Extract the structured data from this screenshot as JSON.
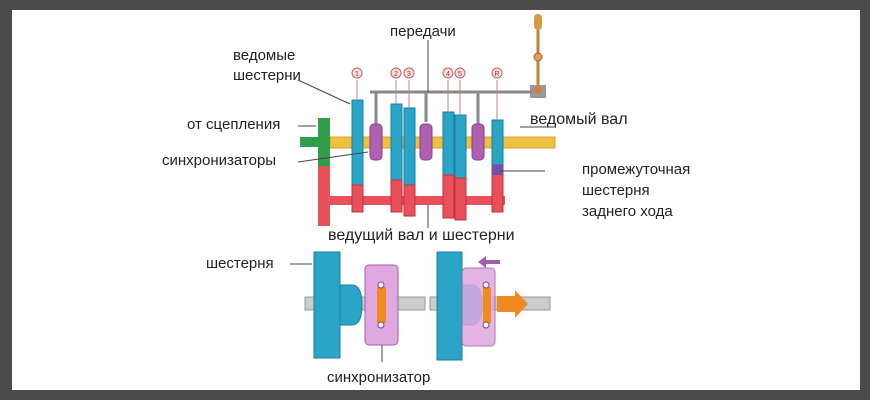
{
  "labels": {
    "gears": "передачи",
    "driven_gears_1": "ведомые",
    "driven_gears_2": "шестерни",
    "from_clutch": "от сцепления",
    "synchronizers": "синхронизаторы",
    "driven_shaft": "ведомый вал",
    "reverse_idler_1": "промежуточная",
    "reverse_idler_2": "шестерня",
    "reverse_idler_3": "заднего хода",
    "drive_shaft": "ведущий вал и шестерни",
    "gear": "шестерня",
    "synchronizer": "синхронизатор"
  },
  "gear_numbers": [
    "1",
    "2",
    "3",
    "4",
    "5",
    "R"
  ],
  "colors": {
    "driven": "#2aa5c8",
    "drive": "#e8505a",
    "sync": "#b060b0",
    "input": "#2e9e4a",
    "output_shaft": "#f0c040",
    "arrow": "#f08a20"
  }
}
